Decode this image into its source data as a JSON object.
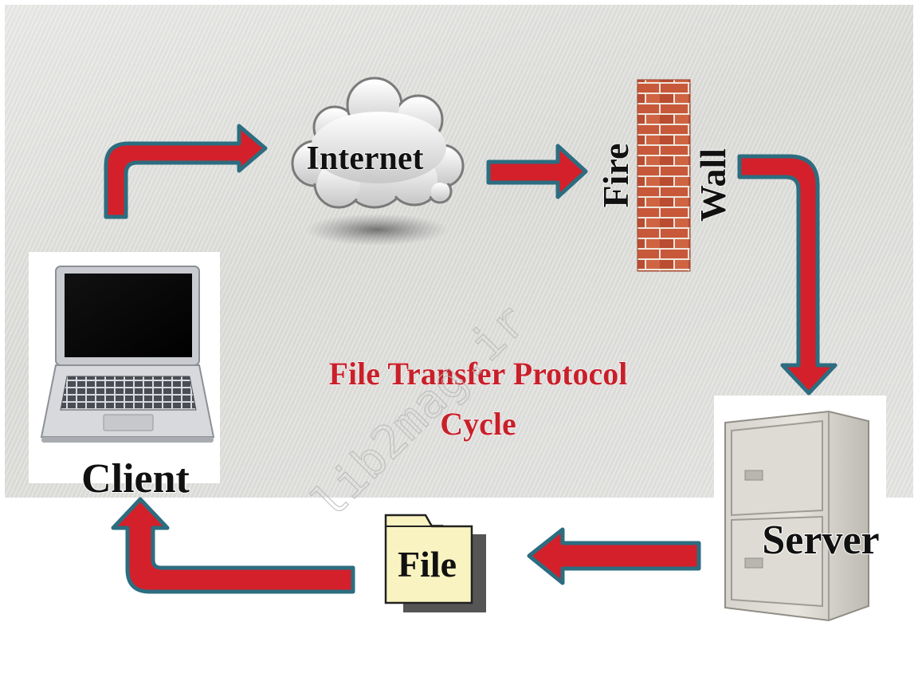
{
  "diagram": {
    "title_line1": "File Transfer Protocol",
    "title_line2": "Cycle",
    "nodes": {
      "internet": "Internet",
      "firewall_line1": "Fire",
      "firewall_line2": "Wall",
      "client": "Client",
      "server": "Server",
      "file": "File"
    },
    "watermark": "lib2mag.ir"
  },
  "colors": {
    "arrow_fill": "#d4202a",
    "arrow_outline": "#2c6d80",
    "title": "#c8202a",
    "label": "#111111",
    "brick": "#c7583a",
    "mortar": "#efe6dc",
    "file_folder": "#f9f3c1"
  }
}
